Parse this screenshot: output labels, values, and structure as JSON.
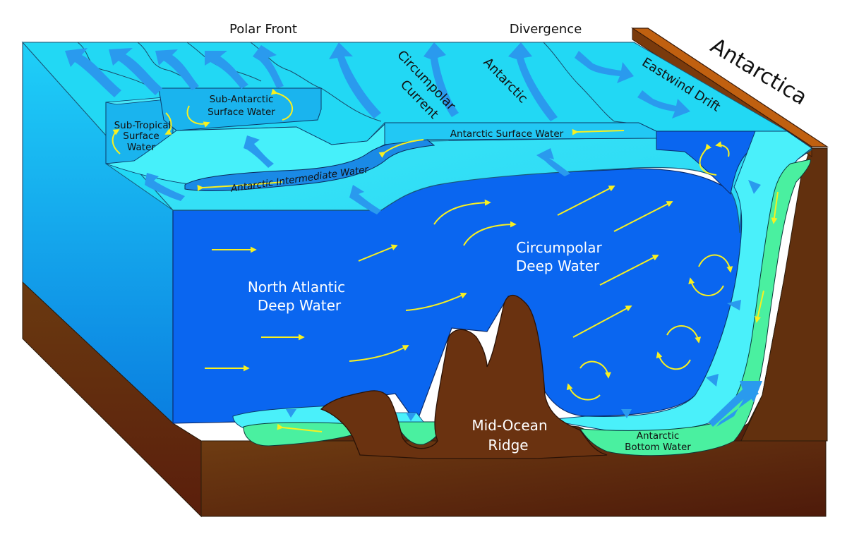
{
  "top_labels": {
    "polar_front": "Polar Front",
    "divergence": "Divergence"
  },
  "continent": "Antarctica",
  "current_labels": {
    "circumpolar": "Circumpolar",
    "current": "Current",
    "antarctic": "Antarctic",
    "eastwind_drift": "Eastwind Drift"
  },
  "water_masses": {
    "sub_tropical": [
      "Sub-Tropical",
      "Surface",
      "Water"
    ],
    "sub_antarctic": [
      "Sub-Antarctic",
      "Surface Water"
    ],
    "antarctic_surface": "Antarctic Surface Water",
    "antarctic_intermediate": "Antarctic Intermediate Water",
    "north_atlantic_deep": [
      "North Atlantic",
      "Deep Water"
    ],
    "circumpolar_deep": [
      "Circumpolar",
      "Deep Water"
    ],
    "mid_ocean_ridge": [
      "Mid-Ocean",
      "Ridge"
    ],
    "antarctic_bottom": [
      "Antarctic",
      "Bottom Water"
    ]
  },
  "colors": {
    "surface_cyan": "#44f0f8",
    "ocean_side": "#1aa0ee",
    "deep_blue": "#0a66f0",
    "bottom_green": "#4af0a0",
    "sediment_brown": "#6a3a12",
    "flow_arrow": "#2a9aee",
    "circulation_arrow": "#f8f020",
    "antarctica_top": "#c06010"
  }
}
